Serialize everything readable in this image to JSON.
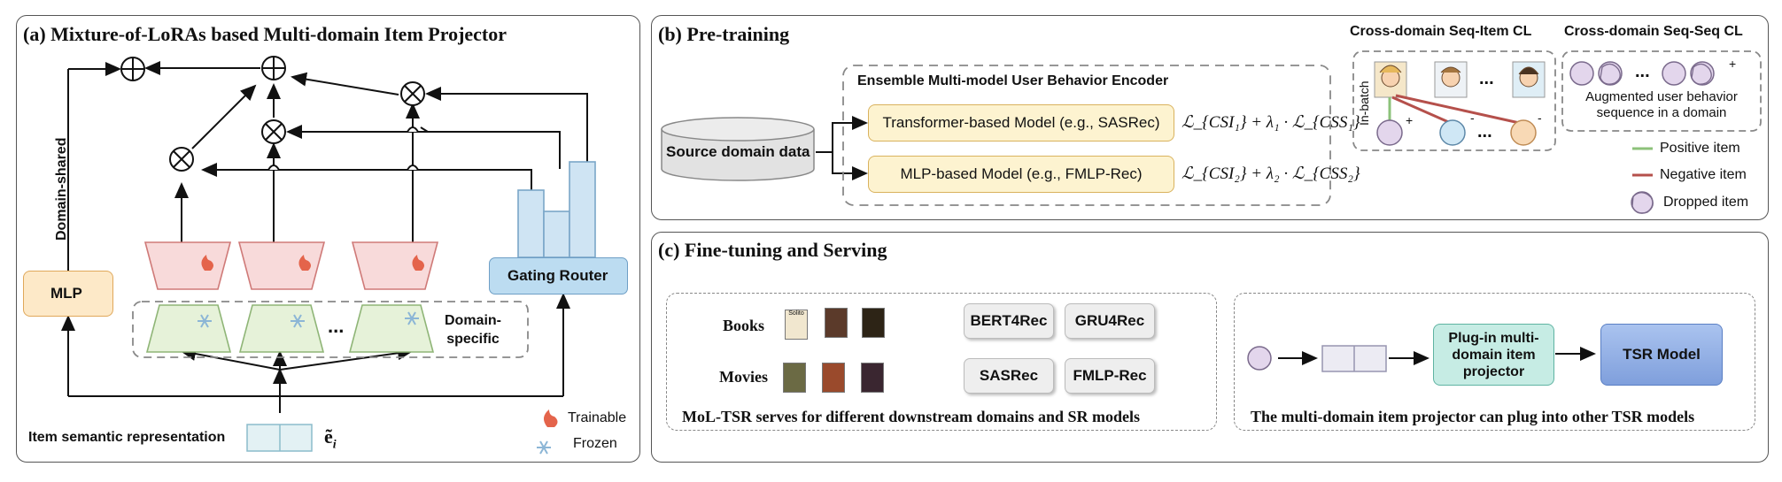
{
  "panel_a": {
    "title": "(a) Mixture-of-LoRAs based Multi-domain Item Projector",
    "domain_shared": "Domain-shared",
    "mlp": "MLP",
    "domain_specific_line1": "Domain-",
    "domain_specific_line2": "specific",
    "dots": "...",
    "gating_router": "Gating Router",
    "item_repr": "Item semantic representation",
    "item_symbol": "ẽ",
    "item_symbol_sub": "i",
    "legend_trainable": "Trainable",
    "legend_frozen": "Frozen"
  },
  "panel_b": {
    "title": "(b) Pre-training",
    "source": "Source domain data",
    "encoder_title": "Ensemble Multi-model User Behavior Encoder",
    "model1": "Transformer-based Model (e.g., SASRec)",
    "model2": "MLP-based Model (e.g., FMLP-Rec)",
    "loss1": "ℒ_{CSI₁} + λ₁ · ℒ_{CSS₁}",
    "loss2": "ℒ_{CSI₂} + λ₂ · ℒ_{CSS₂}",
    "csi_title": "Cross-domain Seq-Item CL",
    "css_title": "Cross-domain Seq-Seq CL",
    "in_batch": "In-batch",
    "dots": "...",
    "plus": "+",
    "minus": "-",
    "aug_line1": "Augmented user behavior",
    "aug_line2": "sequence in a domain",
    "legend_positive": "Positive item",
    "legend_negative": "Negative item",
    "legend_dropped": "Dropped item",
    "positive_color": "#8cc27a",
    "negative_color": "#b5504b"
  },
  "panel_c": {
    "title": "(c) Fine-tuning and Serving",
    "books": "Books",
    "movies": "Movies",
    "models": [
      "BERT4Rec",
      "GRU4Rec",
      "SASRec",
      "FMLP-Rec"
    ],
    "caption_left": "MoL-TSR serves for different downstream domains and SR models",
    "plugin_line1": "Plug-in multi-",
    "plugin_line2": "domain item",
    "plugin_line3": "projector",
    "tsr": "TSR Model",
    "caption_right": "The multi-domain item projector can plug into other TSR models",
    "book_cover1": "Solito"
  }
}
